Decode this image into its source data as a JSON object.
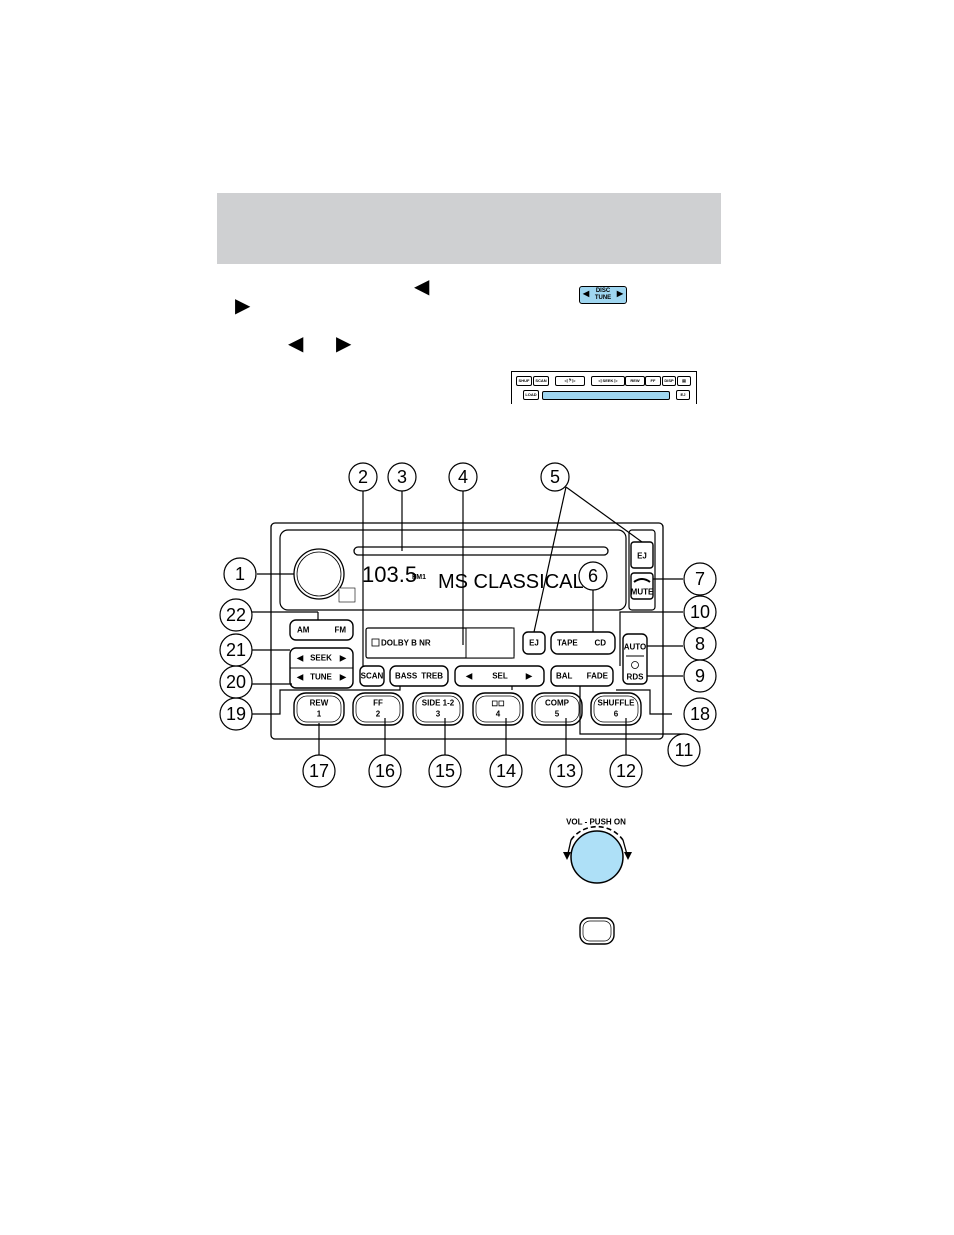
{
  "header": {
    "background": "#cfd0d2"
  },
  "icons": {
    "left_arrow": "◀",
    "right_arrow": "▶",
    "accent_blue": "#9fd6f0"
  },
  "disc_tune_chip": {
    "line1": "DISC",
    "line2": "TUNE"
  },
  "mini_unit": {
    "buttons": [
      "SHUF",
      "SCAN",
      "◁ 𝄢 ▷",
      "◁ SEEK ▷",
      "REW",
      "FF",
      "DISP",
      "▤"
    ],
    "load": "LOAD",
    "ej": "EJ"
  },
  "radio": {
    "display_freq": "103.5",
    "display_band": "FM1",
    "display_text": "MS CLASSICAL10",
    "dolby": "DOLBY B NR",
    "ej_right": "EJ",
    "mute": "MUTE",
    "am": "AM",
    "fm": "FM",
    "seek": "SEEK",
    "tune": "TUNE",
    "scan": "SCAN",
    "bass": "BASS",
    "treb": "TREB",
    "sel": "SEL",
    "bal": "BAL",
    "fade": "FADE",
    "ej_small": "EJ",
    "tape": "TAPE",
    "cd": "CD",
    "auto": "AUTO",
    "rds": "RDS",
    "presets": [
      {
        "top": "REW",
        "num": "1"
      },
      {
        "top": "FF",
        "num": "2"
      },
      {
        "top": "SIDE 1-2",
        "num": "3"
      },
      {
        "top": "◻◻",
        "num": "4"
      },
      {
        "top": "COMP",
        "num": "5"
      },
      {
        "top": "SHUFFLE",
        "num": "6"
      }
    ]
  },
  "callouts": [
    "1",
    "2",
    "3",
    "4",
    "5",
    "6",
    "7",
    "8",
    "9",
    "10",
    "11",
    "12",
    "13",
    "14",
    "15",
    "16",
    "17",
    "18",
    "19",
    "20",
    "21",
    "22"
  ],
  "vol_knob": {
    "label": "VOL - PUSH ON"
  }
}
